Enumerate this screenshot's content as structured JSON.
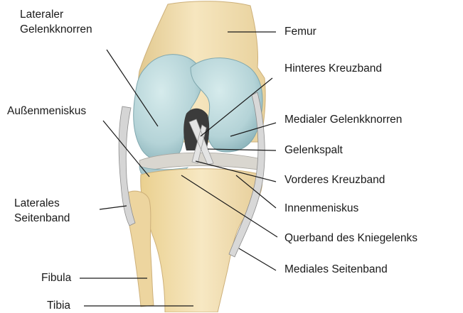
{
  "labels": {
    "lateraler_gelenkknorren": [
      "Lateraler",
      "Gelenkknorren"
    ],
    "aussenmeniskus": "Außenmeniskus",
    "laterales_seitenband": [
      "Laterales",
      "Seitenband"
    ],
    "fibula": "Fibula",
    "tibia": "Tibia",
    "femur": "Femur",
    "hinteres_kreuzband": "Hinteres Kreuzband",
    "medialer_gelenkknorren": "Medialer Gelenkknorren",
    "gelenkspalt": "Gelenkspalt",
    "vorderes_kreuzband": "Vorderes Kreuzband",
    "innenmeniskus": "Innenmeniskus",
    "querband": "Querband des Kniegelenks",
    "mediales_seitenband": "Mediales Seitenband"
  },
  "colors": {
    "bone": "#f1ddb0",
    "bone_shade": "#dcc184",
    "cartilage": "#bcd9dc",
    "cartilage_shade": "#8fb8be",
    "ligament": "#cfcfcf",
    "line": "#1a1a1a"
  }
}
